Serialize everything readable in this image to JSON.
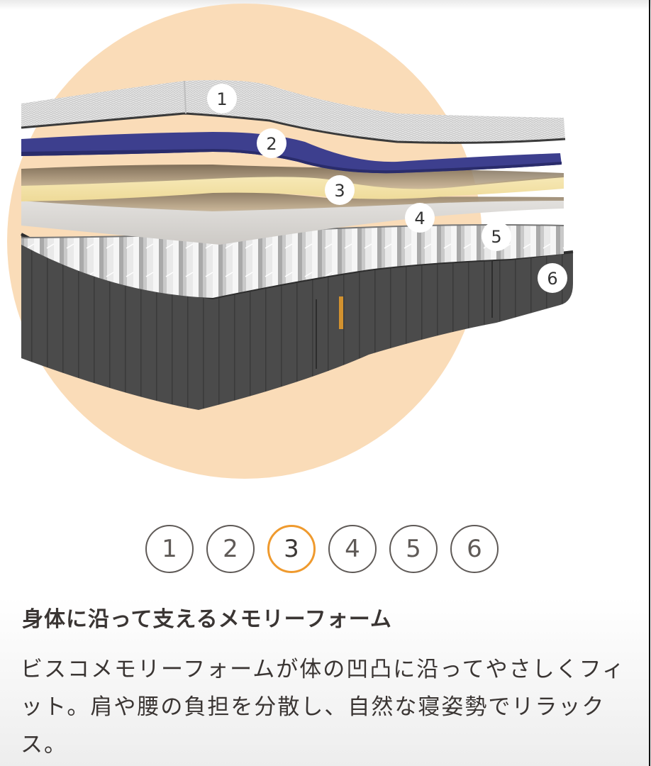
{
  "illustration": {
    "name": "mattress-layers-exploded-view",
    "background_circle_color": "#fadcb8",
    "layers": [
      {
        "number": "1",
        "color": "#dedede",
        "description": "quilted top cover"
      },
      {
        "number": "2",
        "color": "#3d3f8e",
        "description": "navy foam layer"
      },
      {
        "number": "3",
        "color": "#f3e3aa",
        "description": "memory foam layer"
      },
      {
        "number": "4",
        "color": "#d7d5d2",
        "description": "support foam layer"
      },
      {
        "number": "5",
        "color": "#cfcfcf",
        "description": "pocket coil springs"
      },
      {
        "number": "6",
        "color": "#4a4a4a",
        "description": "dark grey base border"
      }
    ],
    "label_tag_color": "#d2922f"
  },
  "layer_selector": {
    "active_index": 2,
    "accent_color": "#ef9a2e",
    "buttons": [
      {
        "label": "1"
      },
      {
        "label": "2"
      },
      {
        "label": "3"
      },
      {
        "label": "4"
      },
      {
        "label": "5"
      },
      {
        "label": "6"
      }
    ]
  },
  "content": {
    "title": "身体に沿って支えるメモリーフォーム",
    "description": "ビスコメモリーフォームが体の凹凸に沿ってやさしくフィット。肩や腰の負担を分散し、自然な寝姿勢でリラックス。"
  }
}
